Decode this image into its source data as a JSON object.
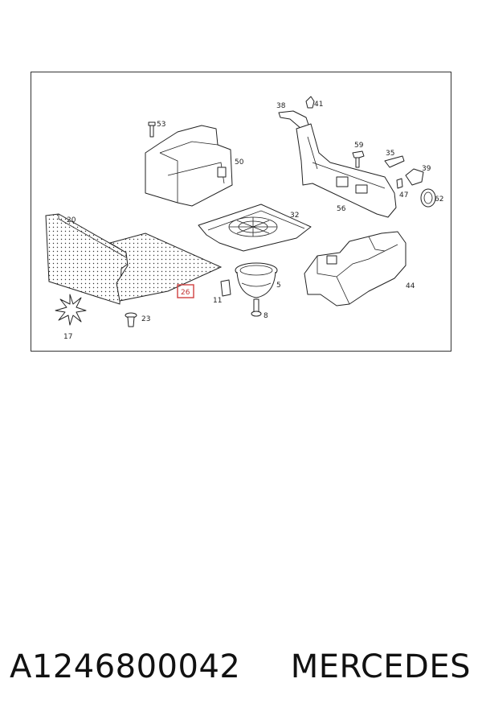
{
  "diagram": {
    "callouts": {
      "p53": "53",
      "p50": "50",
      "p38": "38",
      "p41": "41",
      "p59": "59",
      "p35": "35",
      "p39": "39",
      "p47": "47",
      "p62": "62",
      "p56": "56",
      "p32": "32",
      "p20": "20",
      "p26": "26",
      "p11": "11",
      "p5": "5",
      "p8": "8",
      "p44": "44",
      "p23": "23",
      "p17": "17"
    },
    "highlighted_part": "26",
    "highlight_color": "#d04040"
  },
  "footer": {
    "part_number": "A1246800042",
    "brand": "MERCEDES"
  }
}
